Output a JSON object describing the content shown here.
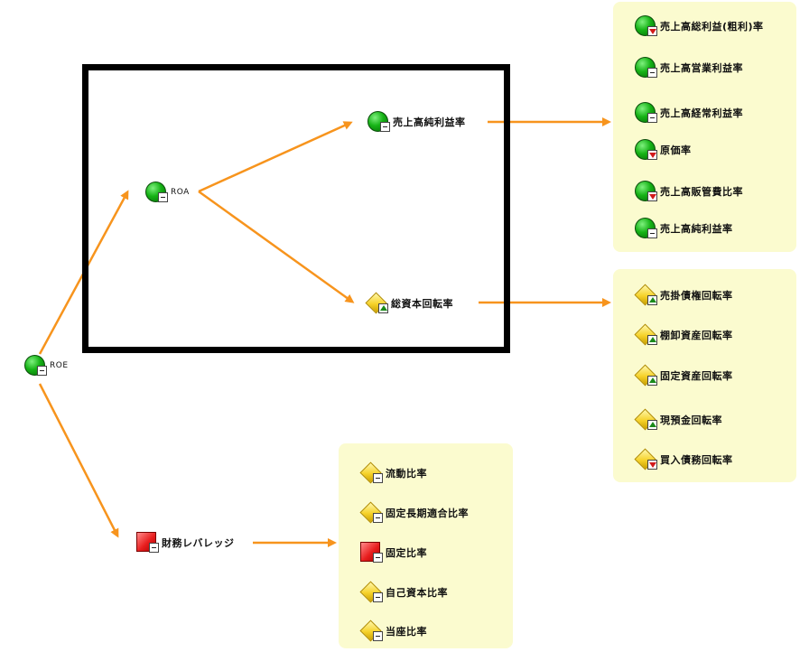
{
  "tree": {
    "root": {
      "label": "ROE",
      "shape": "circle",
      "badge": "minus"
    },
    "roa": {
      "label": "ROA",
      "shape": "circle",
      "badge": "minus"
    },
    "leverage": {
      "label": "財務レバレッジ",
      "shape": "square",
      "badge": "minus"
    },
    "gross_margin": {
      "label": "売上高純利益率",
      "shape": "circle",
      "badge": "minus"
    },
    "asset_turnover": {
      "label": "総資本回転率",
      "shape": "diamond",
      "badge": "up"
    }
  },
  "profit_panel": [
    {
      "label": "売上高総利益(粗利)率",
      "shape": "circle",
      "badge": "down"
    },
    {
      "label": "売上高営業利益率",
      "shape": "circle",
      "badge": "minus"
    },
    {
      "label": "売上高経常利益率",
      "shape": "circle",
      "badge": "minus"
    },
    {
      "label": "原価率",
      "shape": "circle",
      "badge": "down"
    },
    {
      "label": "売上高販管費比率",
      "shape": "circle",
      "badge": "down"
    },
    {
      "label": "売上高純利益率",
      "shape": "circle",
      "badge": "minus"
    }
  ],
  "turnover_panel": [
    {
      "label": "売掛債権回転率",
      "shape": "diamond",
      "badge": "up"
    },
    {
      "label": "棚卸資産回転率",
      "shape": "diamond",
      "badge": "up"
    },
    {
      "label": "固定資産回転率",
      "shape": "diamond",
      "badge": "up"
    },
    {
      "label": "現預金回転率",
      "shape": "diamond",
      "badge": "up"
    },
    {
      "label": "買入債務回転率",
      "shape": "diamond",
      "badge": "down"
    }
  ],
  "leverage_panel": [
    {
      "label": "流動比率",
      "shape": "diamond",
      "badge": "minus"
    },
    {
      "label": "固定長期適合比率",
      "shape": "diamond",
      "badge": "minus"
    },
    {
      "label": "固定比率",
      "shape": "square",
      "badge": "minus"
    },
    {
      "label": "自己資本比率",
      "shape": "diamond",
      "badge": "minus"
    },
    {
      "label": "当座比率",
      "shape": "diamond",
      "badge": "minus"
    }
  ],
  "colors": {
    "arrow": "#f7941d",
    "panel": "#fbfbcf",
    "highlight_box": "#000000"
  }
}
